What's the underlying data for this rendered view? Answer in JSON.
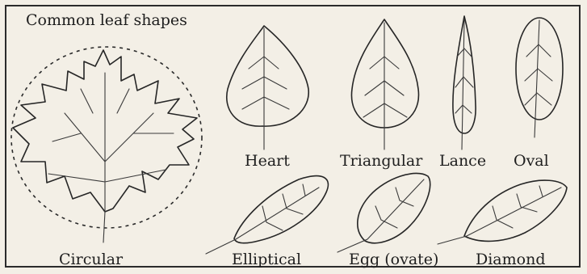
{
  "title": "Common leaf shapes",
  "shapes": {
    "heart": "Heart",
    "triangular": "Triangular",
    "lance": "Lance",
    "oval": "Oval",
    "circular": "Circular",
    "elliptical": "Elliptical",
    "egg": "Egg (ovate)",
    "diamond": "Diamond"
  },
  "colors": {
    "paper": "#f3efe6",
    "ink": "#262626"
  }
}
